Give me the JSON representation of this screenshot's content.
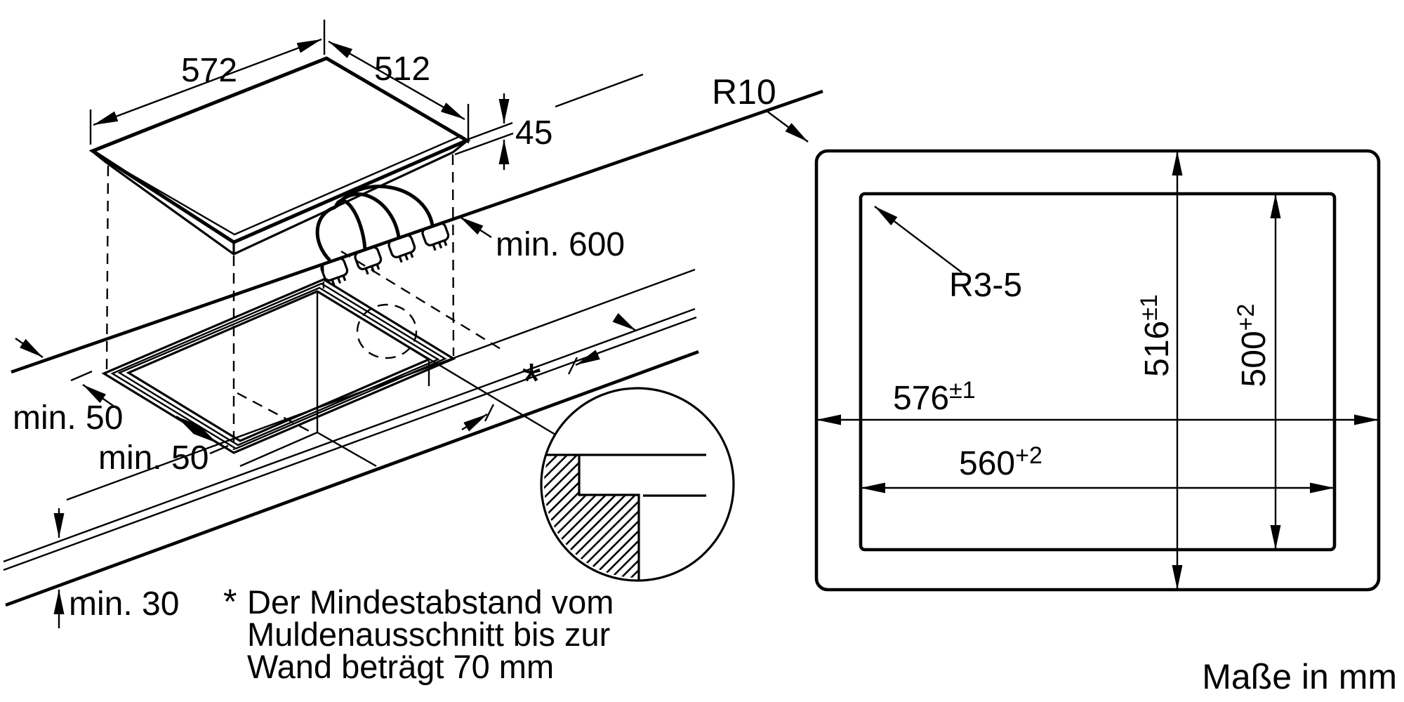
{
  "colors": {
    "ink": "#000000",
    "paper": "#ffffff"
  },
  "installation_view": {
    "cooktop_width_label": "572",
    "cooktop_depth_label": "512",
    "cooktop_height_label": "45",
    "worktop_depth_label": "min. 600",
    "rear_clearance_label": "min. 50",
    "front_clearance_label": "min. 50",
    "worktop_thickness_label": "min. 30",
    "wall_distance_marker": "*"
  },
  "cutout_plan_view": {
    "outer_corner_radius_label": "R10",
    "cutout_corner_radius_label": "R3-5",
    "cooktop_width": {
      "value": "576",
      "tolerance": "±1"
    },
    "cutout_width": {
      "value": "560",
      "tolerance": "+2"
    },
    "cooktop_depth": {
      "value": "516",
      "tolerance": "±1"
    },
    "cutout_depth": {
      "value": "500",
      "tolerance": "+2"
    }
  },
  "footnote": {
    "marker": "*",
    "lines": [
      "Der Mindestabstand vom",
      "Muldenausschnitt bis zur",
      "Wand beträgt 70 mm"
    ]
  },
  "units_note": "Maße in mm"
}
